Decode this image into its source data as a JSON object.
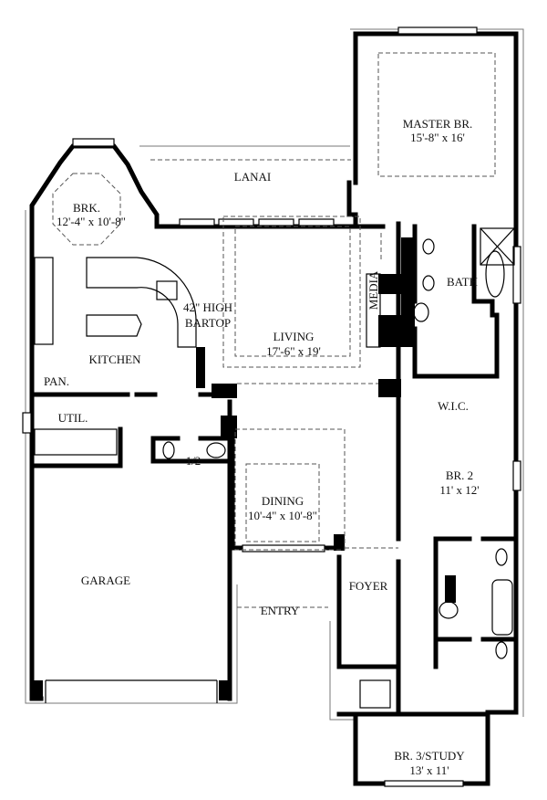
{
  "rooms": {
    "master": {
      "name": "MASTER BR.",
      "size": "15'-8\" x 16'"
    },
    "lanai": {
      "name": "LANAI"
    },
    "brk": {
      "name": "BRK.",
      "size": "12'-4\" x 10'-8\""
    },
    "bartop": {
      "line1": "42\" HIGH",
      "line2": "BARTOP"
    },
    "kitchen": {
      "name": "KITCHEN"
    },
    "living": {
      "name": "LIVING",
      "size": "17'-6\" x 19'"
    },
    "media": {
      "name": "MEDIA"
    },
    "bath": {
      "name": "BATH"
    },
    "wic": {
      "name": "W.I.C."
    },
    "pan": {
      "name": "PAN."
    },
    "util": {
      "name": "UTIL."
    },
    "half_bath": {
      "name": "1/2"
    },
    "dining": {
      "name": "DINING",
      "size": "10'-4\" x 10'-8\""
    },
    "br2": {
      "name": "BR. 2",
      "size": "11' x 12'"
    },
    "garage": {
      "name": "GARAGE"
    },
    "foyer": {
      "name": "FOYER"
    },
    "entry": {
      "name": "ENTRY"
    },
    "br3": {
      "name": "BR. 3/STUDY",
      "size": "13' x 11'"
    }
  }
}
